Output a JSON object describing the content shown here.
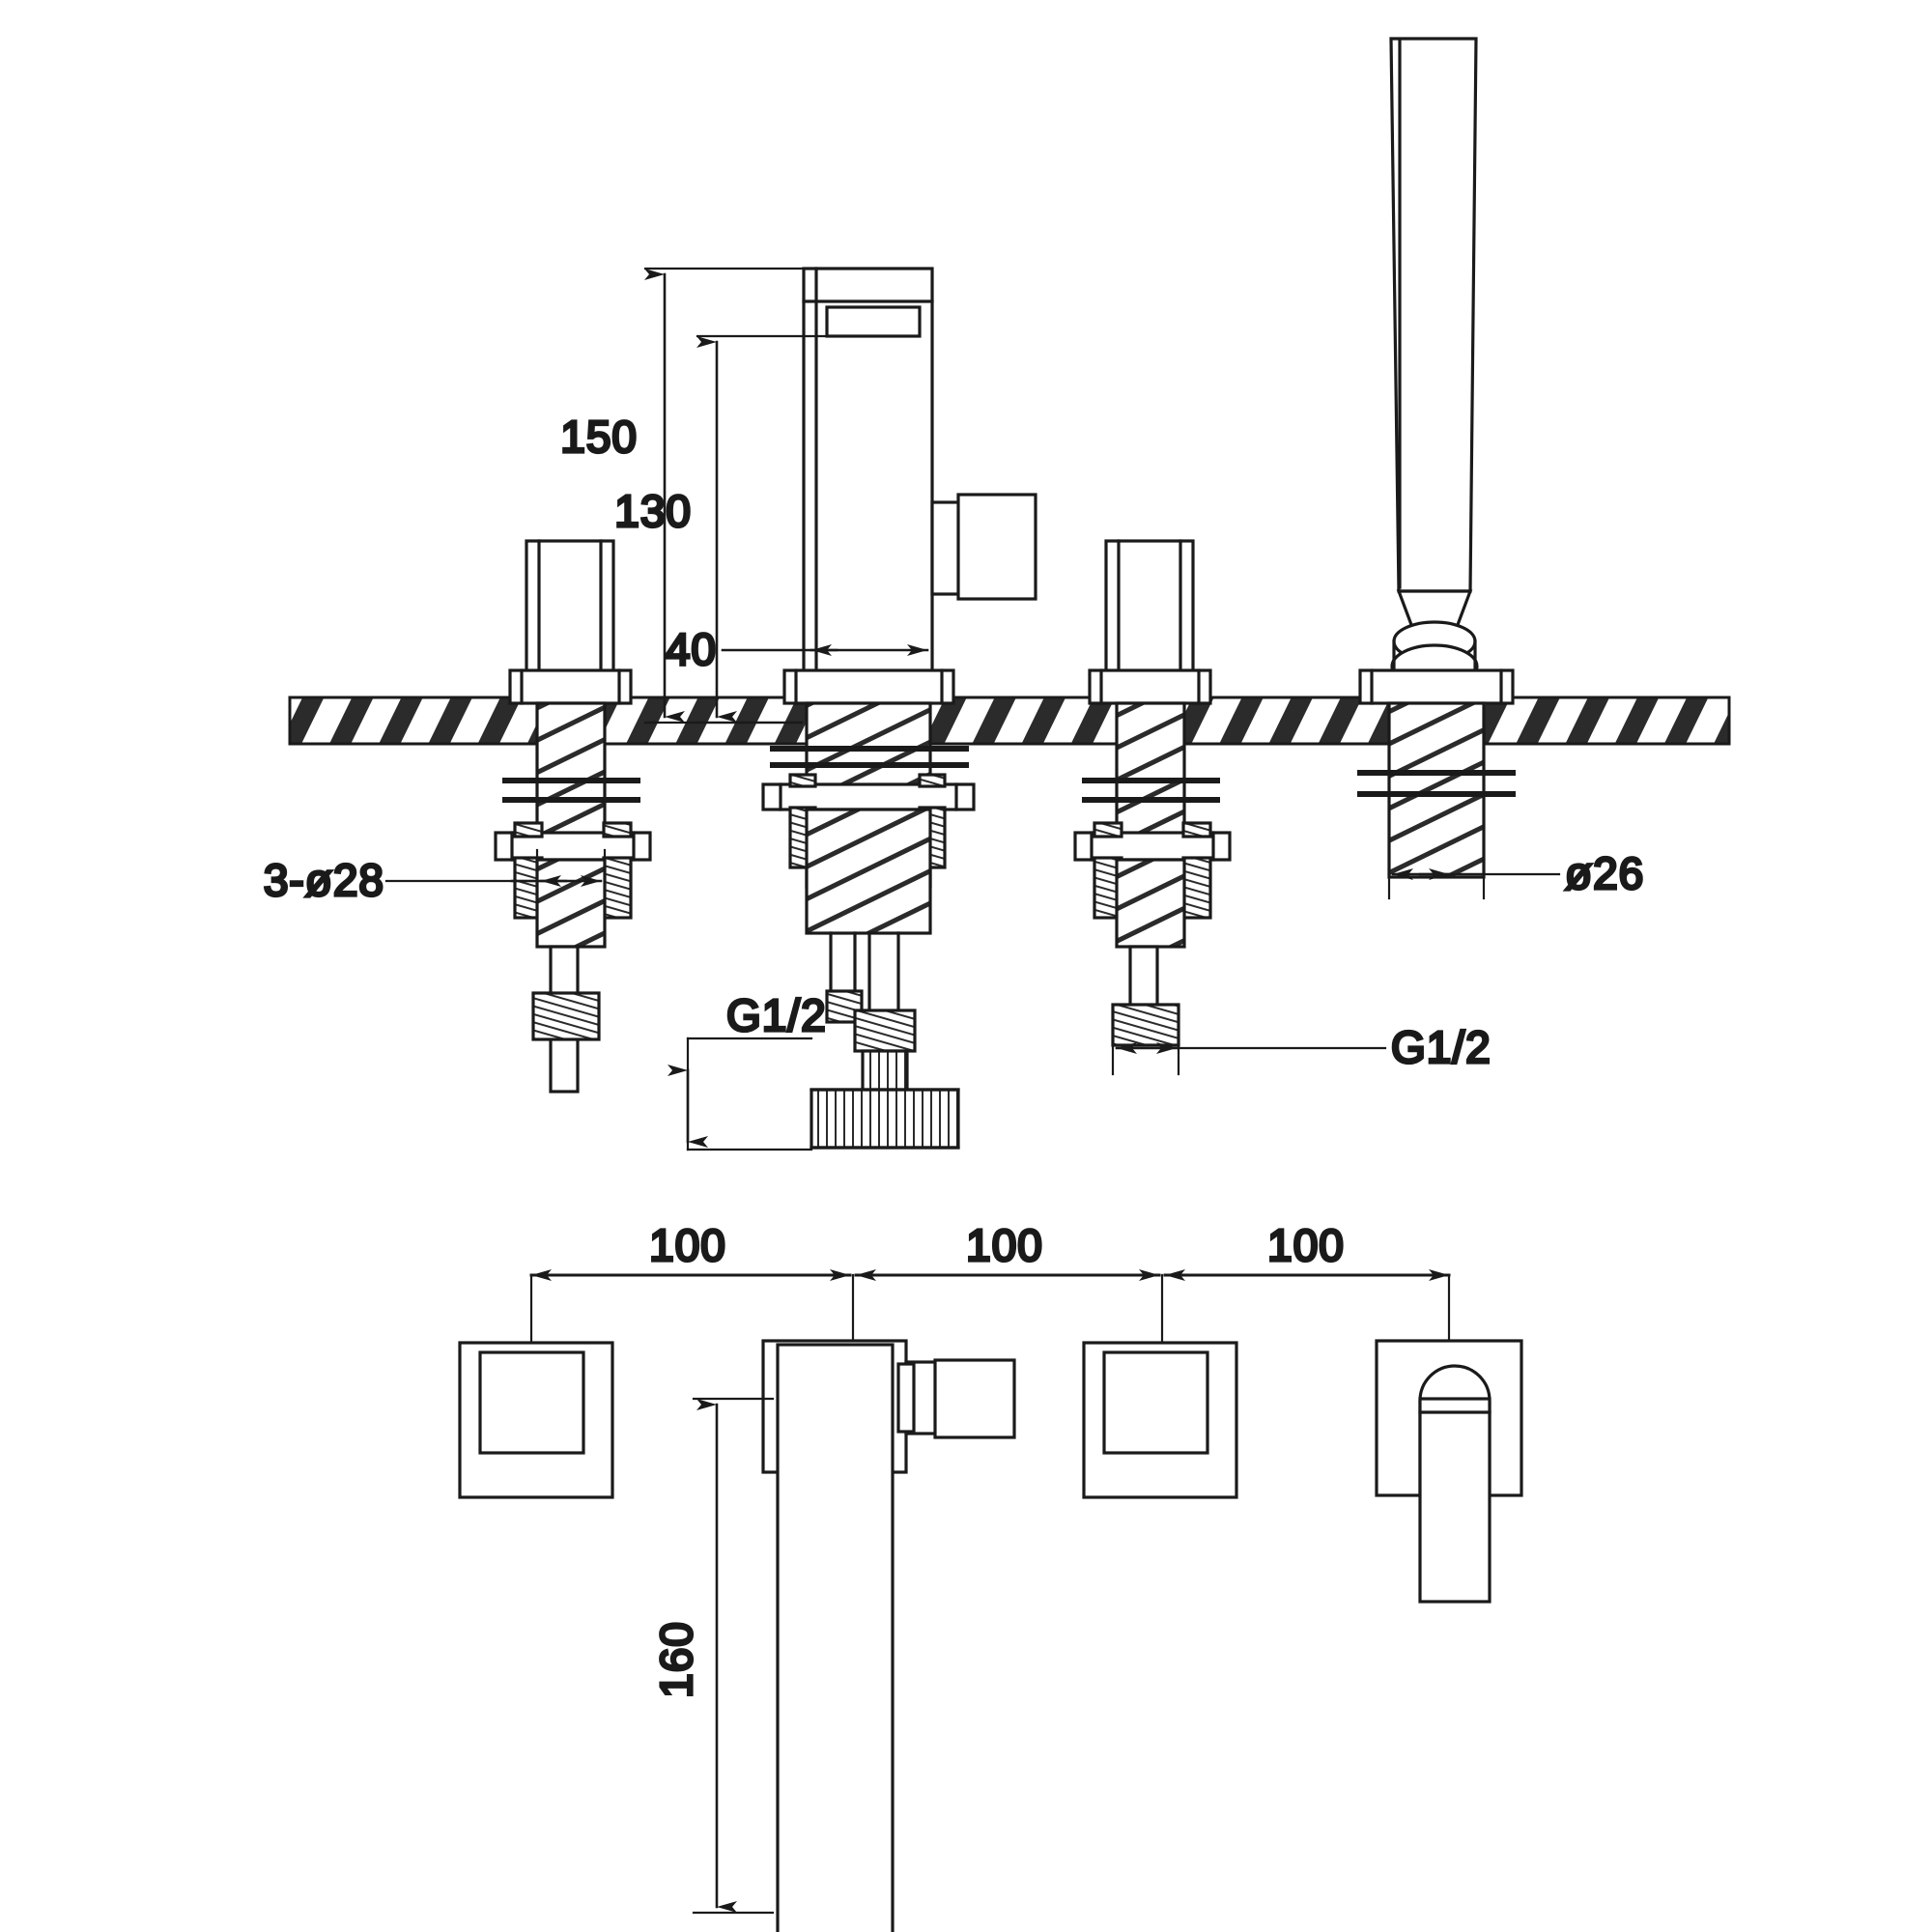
{
  "drawing": {
    "title": "Deck-mounted 4-hole bath shower mixer tap technical drawing",
    "views": [
      {
        "name": "front-elevation-section",
        "label": "Front elevation with deck section"
      },
      {
        "name": "top-plan-view",
        "label": "Top plan view"
      }
    ],
    "line_color": "#1a1a1a",
    "hatch_color": "#2b2b2b",
    "background": "#ffffff"
  },
  "dimensions": {
    "height_overall": "150",
    "height_spout": "130",
    "spout_width": "40",
    "hole_spec_left": "3-ø28",
    "hole_spec_right": "ø26",
    "thread_left": "G1/2",
    "thread_right": "G1/2",
    "spacing_1": "100",
    "spacing_2": "100",
    "spacing_3": "100",
    "plan_spout_length": "160"
  },
  "labels": {
    "h150": "150",
    "h130": "130",
    "w40": "40",
    "holes3": "3-ø28",
    "hole26": "ø26",
    "g12_left": "G1/2",
    "g12_right": "G1/2",
    "s100_a": "100",
    "s100_b": "100",
    "s100_c": "100",
    "len160": "160"
  },
  "components": {
    "handle_left": "square-handle-left",
    "spout_center": "square-spout-body",
    "diverter_knob": "square-diverter-knob",
    "handle_right": "square-handle-right",
    "handshower": "handheld-shower-wand",
    "deck_surface": "hatched-deck-section",
    "mounting_nut_left": "threaded-mounting-shank-left",
    "mounting_nut_center": "threaded-mounting-shank-center",
    "mounting_nut_right": "threaded-mounting-shank-right",
    "mounting_nut_shower": "threaded-mounting-shank-shower",
    "inlet_fitting_left": "g12-inlet-fitting-left",
    "inlet_fitting_right": "g12-inlet-fitting-right",
    "tee_fitting_center": "g12-tee-fitting-center",
    "plan_escutcheon_left": "plan-square-escutcheon-left",
    "plan_escutcheon_spout": "plan-spout-outline",
    "plan_escutcheon_right": "plan-square-escutcheon-right",
    "plan_escutcheon_shower": "plan-handshower-escutcheon"
  }
}
